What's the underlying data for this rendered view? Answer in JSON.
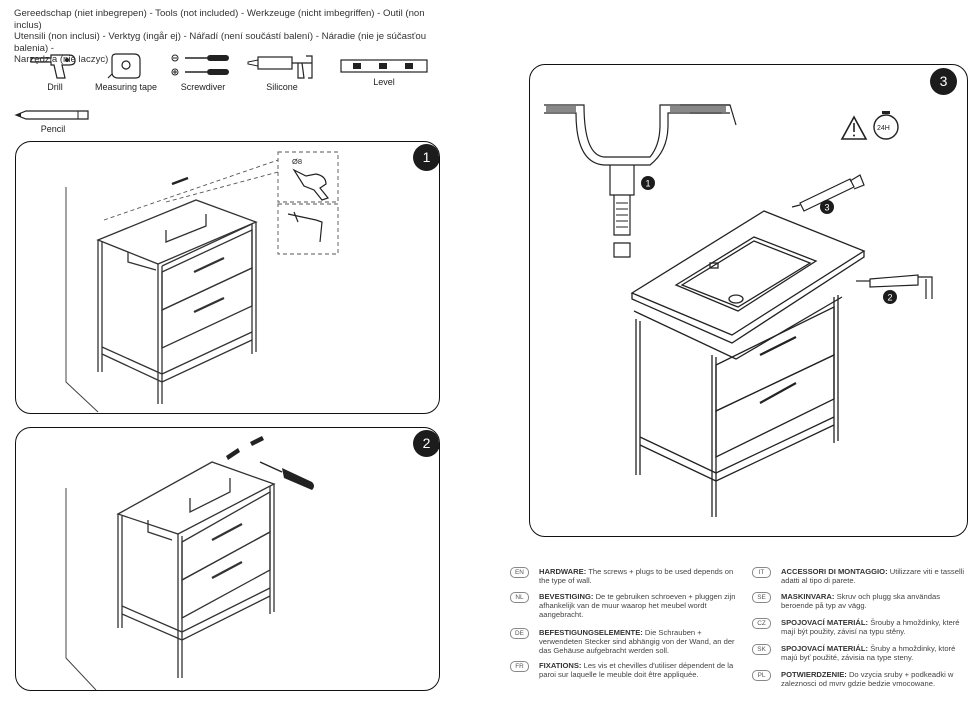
{
  "tools": {
    "header_lines": [
      "Gereedschap (niet inbegrepen) - Tools (not included) -  Werkzeuge (nicht imbegriffen) - Outil (non inclus)",
      "Utensili (non inclusi) - Verktyg (ingår ej) - Nářadí (není součástí balení) - Náradie (nie je súčasťou balenia) -",
      "Narzędzia (nie laczyc)"
    ],
    "items": [
      {
        "label": "Drill",
        "icon": "drill-icon"
      },
      {
        "label": "Measuring tape",
        "icon": "measuring-tape-icon"
      },
      {
        "label": "Screwdiver",
        "icon": "screwdriver-icon"
      },
      {
        "label": "Silicone",
        "icon": "silicone-gun-icon"
      },
      {
        "label": "Level",
        "icon": "level-icon"
      },
      {
        "label": "Pencil",
        "icon": "pencil-icon"
      }
    ]
  },
  "steps": [
    {
      "number": "1",
      "drill_size": "Ø8"
    },
    {
      "number": "2"
    },
    {
      "number": "3",
      "timer_label": "24H",
      "callouts": [
        "1",
        "2",
        "3"
      ]
    }
  ],
  "hardware": [
    {
      "code": "EN",
      "title": "HARDWARE:",
      "text": "The screws + plugs to be used depends on the type of wall."
    },
    {
      "code": "NL",
      "title": "BEVESTIGING:",
      "text": "De te gebruiken schroeven + pluggen zijn afhankelijk van de muur waarop het meubel wordt aangebracht."
    },
    {
      "code": "DE",
      "title": "BEFESTIGUNGSELEMENTE:",
      "text": "Die Schrauben + verwendeten Stecker sind abhängig von der Wand, an der das Gehäuse aufgebracht werden soll."
    },
    {
      "code": "FR",
      "title": "FIXATIONS:",
      "text": "Les vis et chevilles d'utiliser dépendent de la paroi sur laquelle le meuble doit être appliquée."
    },
    {
      "code": "IT",
      "title": "ACCESSORI DI MONTAGGIO:",
      "text": "Utilizzare viti e tasselli adatti al tipo di parete."
    },
    {
      "code": "SE",
      "title": "MASKINVARA:",
      "text": "Skruv och plugg ska användas beroende på typ av vägg."
    },
    {
      "code": "CZ",
      "title": "SPOJOVACÍ MATERIÁL:",
      "text": "Šrouby a hmoždinky, které mají být použity, závisí na typu stěny."
    },
    {
      "code": "SK",
      "title": "SPOJOVACÍ MATERIÁL:",
      "text": "Šruby a hmoždinky, ktoré majú byť použité, závisia na type steny."
    },
    {
      "code": "PL",
      "title": "POTWIERDZENIE:",
      "text": "Do vzycia sruby + podkeadki w zaleznosci od mvrv gdzie bedzie vmocowane."
    }
  ]
}
